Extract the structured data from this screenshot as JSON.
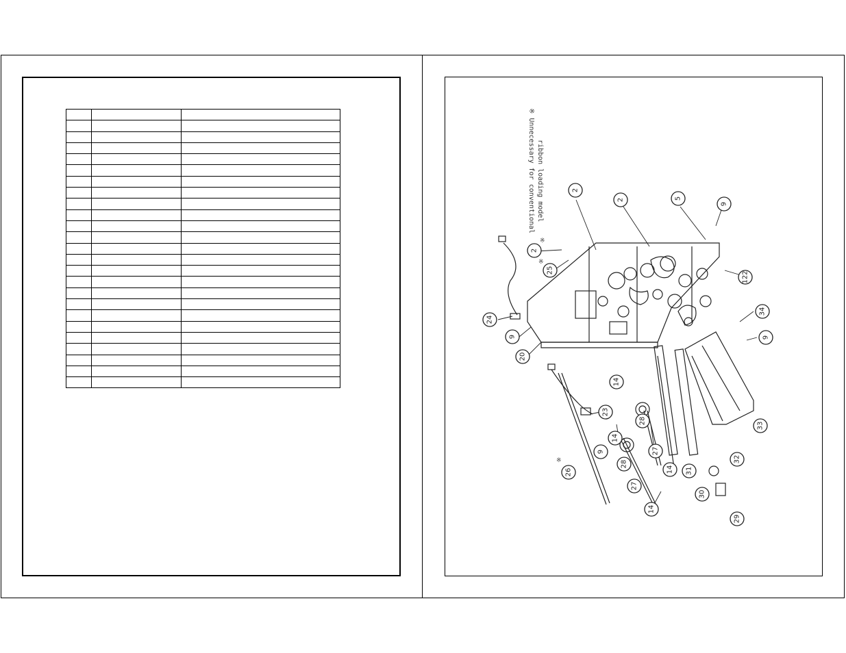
{
  "parts_table": {
    "rows": [
      [
        "",
        "",
        ""
      ],
      [
        "",
        "",
        ""
      ],
      [
        "",
        "",
        ""
      ],
      [
        "",
        "",
        ""
      ],
      [
        "",
        "",
        ""
      ],
      [
        "",
        "",
        ""
      ],
      [
        "",
        "",
        ""
      ],
      [
        "",
        "",
        ""
      ],
      [
        "",
        "",
        ""
      ],
      [
        "",
        "",
        ""
      ],
      [
        "",
        "",
        ""
      ],
      [
        "",
        "",
        ""
      ],
      [
        "",
        "",
        ""
      ],
      [
        "",
        "",
        ""
      ],
      [
        "",
        "",
        ""
      ],
      [
        "",
        "",
        ""
      ],
      [
        "",
        "",
        ""
      ],
      [
        "",
        "",
        ""
      ],
      [
        "",
        "",
        ""
      ],
      [
        "",
        "",
        ""
      ],
      [
        "",
        "",
        ""
      ],
      [
        "",
        "",
        ""
      ],
      [
        "",
        "",
        ""
      ],
      [
        "",
        "",
        ""
      ],
      [
        "",
        "",
        ""
      ]
    ]
  },
  "diagram": {
    "note_line1": "※ Unnecessary for conventional",
    "note_line2": "ribbon loading model",
    "note_mark": "※",
    "callouts": [
      "2",
      "2",
      "5",
      "9",
      "2",
      "25",
      "122",
      "24",
      "9",
      "34",
      "9",
      "20",
      "14",
      "23",
      "28",
      "9",
      "14",
      "27",
      "28",
      "26",
      "27",
      "14",
      "31",
      "14",
      "32",
      "33",
      "30",
      "29"
    ]
  }
}
